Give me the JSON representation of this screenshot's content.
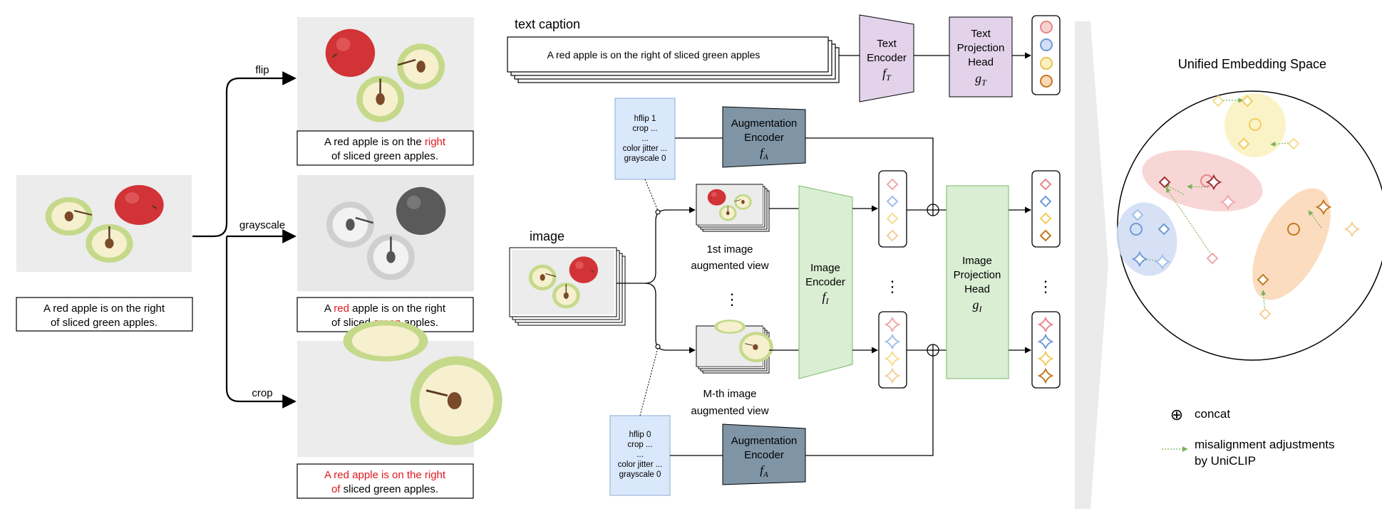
{
  "left_panel": {
    "original_caption": {
      "line1": "A red apple is on the right",
      "line2": "of sliced green apples."
    },
    "branches": [
      {
        "label": "flip",
        "caption": [
          [
            {
              "t": "A red apple is on the ",
              "c": "black"
            },
            {
              "t": "right",
              "c": "red"
            }
          ],
          [
            {
              "t": "of sliced green apples.",
              "c": "black"
            }
          ]
        ]
      },
      {
        "label": "grayscale",
        "caption": [
          [
            {
              "t": "A ",
              "c": "black"
            },
            {
              "t": "red",
              "c": "red"
            },
            {
              "t": " apple is on the right",
              "c": "black"
            }
          ],
          [
            {
              "t": "of sliced ",
              "c": "black"
            },
            {
              "t": "green",
              "c": "red"
            },
            {
              "t": " apples.",
              "c": "black"
            }
          ]
        ]
      },
      {
        "label": "crop",
        "caption": [
          [
            {
              "t": "A red apple is on the right",
              "c": "red"
            }
          ],
          [
            {
              "t": "of",
              "c": "red"
            },
            {
              "t": " sliced green apples.",
              "c": "black"
            }
          ]
        ]
      }
    ]
  },
  "text_branch": {
    "title": "text caption",
    "caption": "A red apple is on the right of sliced green apples",
    "encoder": {
      "line1": "Text",
      "line2": "Encoder",
      "symbol": "f",
      "sub": "T"
    },
    "projection": {
      "line1": "Text",
      "line2": "Projection",
      "line3": "Head",
      "symbol": "g",
      "sub": "T"
    }
  },
  "image_branch": {
    "title": "image",
    "view1": {
      "line1": "1st image",
      "line2": "augmented view"
    },
    "viewM": {
      "line1": "M-th image",
      "line2": "augmented view"
    },
    "dots": "⋮",
    "encoder": {
      "line1": "Image",
      "line2": "Encoder",
      "symbol": "f",
      "sub": "I"
    },
    "projection": {
      "line1": "Image",
      "line2": "Projection",
      "line3": "Head",
      "symbol": "g",
      "sub": "I"
    }
  },
  "aug_params_1": {
    "l1": "hflip 1",
    "l2": "crop ...",
    "l3": "...",
    "l4": "color jitter ...",
    "l5": "grayscale 0"
  },
  "aug_params_2": {
    "l1": "hflip 0",
    "l2": "crop ...",
    "l3": "...",
    "l4": "color jitter ...",
    "l5": "grayscale 0"
  },
  "aug_encoder": {
    "line1": "Augmentation",
    "line2": "Encoder",
    "symbol": "f",
    "sub": "A"
  },
  "embedding_space": {
    "title": "Unified Embedding Space"
  },
  "legend": {
    "concat_symbol": "⊕",
    "concat": "concat",
    "misalign_line1": "misalignment adjustments",
    "misalign_line2": "by UniCLIP"
  },
  "colors": {
    "text_box": "#e2d3ea",
    "text_box_border": "#b8a0c8",
    "image_box": "#d9eed3",
    "image_box_border": "#8fc27e",
    "aug_box": "#7f95a6",
    "aug_params": "#dae8fb",
    "aug_params_border": "#9ab7dd",
    "token_red": "#e8868a",
    "token_blue": "#6f9ad8",
    "token_yellow": "#f2cd5c",
    "token_orange": "#c47820",
    "cluster_red": "#f7d2d0",
    "cluster_blue": "#d3def5",
    "cluster_yellow": "#fbf2c2",
    "cluster_orange": "#fbd8b8",
    "adjust_arrow": "#78b35a",
    "highlight_red": "#e0181c"
  }
}
